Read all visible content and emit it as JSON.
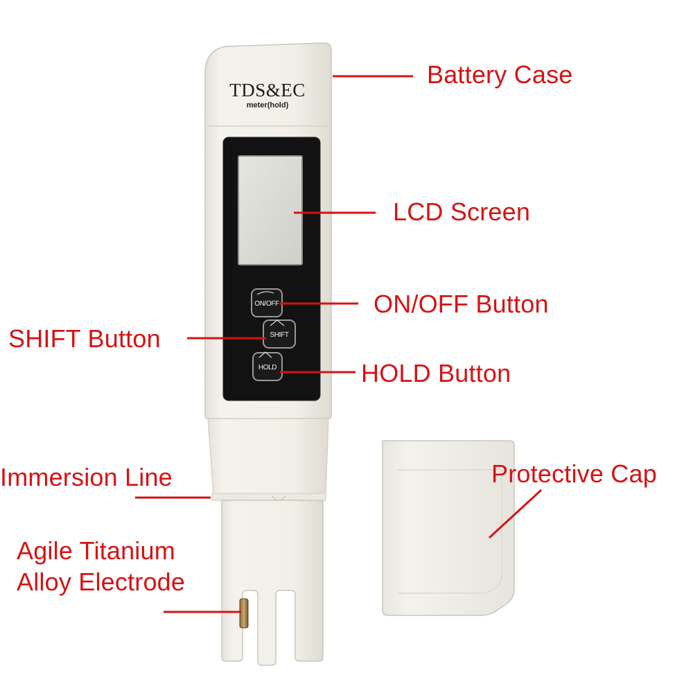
{
  "device": {
    "brand": "TDS&EC",
    "model": "meter(hold)",
    "buttons": {
      "on_off": "ON/OFF",
      "shift": "SHIFT",
      "hold": "HOLD"
    }
  },
  "callouts": {
    "battery_case": "Battery Case",
    "lcd_screen": "LCD Screen",
    "on_off_button": "ON/OFF Button",
    "shift_button": "SHIFT Button",
    "hold_button": "HOLD Button",
    "immersion_line": "Immersion Line",
    "electrode_line1": "Agile Titanium",
    "electrode_line2": "Alloy Electrode",
    "protective_cap": "Protective Cap"
  },
  "colors": {
    "callout": "#d51313",
    "body": "#f1efe8",
    "panel": "#121212",
    "lcd": "#dadad4"
  }
}
